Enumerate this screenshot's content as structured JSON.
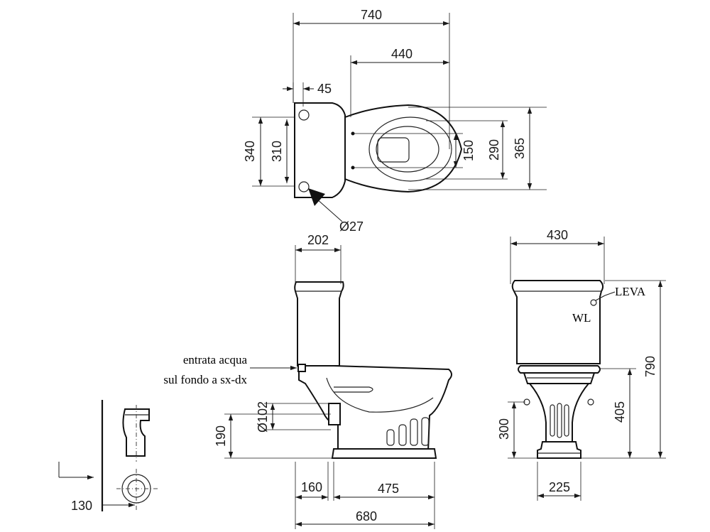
{
  "colors": {
    "ink": "#1a1a1a",
    "background": "#ffffff"
  },
  "dimensions": {
    "top_total_length": "740",
    "top_bowl_length": "440",
    "top_offset": "45",
    "top_width_outer": "340",
    "top_width_inner": "310",
    "top_seat_holes": "150",
    "top_bowl_width": "290",
    "top_total_width": "365",
    "hole_diameter": "Ø27",
    "side_cistern_depth": "202",
    "side_outlet_diameter": "Ø102",
    "side_outlet_height": "190",
    "side_rear_offset": "160",
    "side_base_length": "475",
    "side_total_length": "680",
    "front_cistern_width": "430",
    "front_total_height": "790",
    "front_rim_height": "405",
    "front_inlet_height": "300",
    "front_base_width": "225",
    "detail_offset": "130"
  },
  "labels": {
    "water_inlet_line1": "entrata acqua",
    "water_inlet_line2": "sul fondo a sx-dx",
    "lever": "LEVA",
    "water_level": "WL"
  }
}
